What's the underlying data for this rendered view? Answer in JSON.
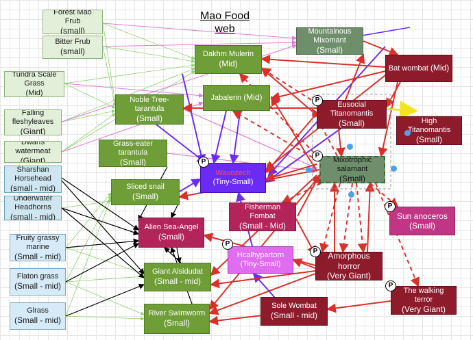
{
  "title": "Mao Food web",
  "colors": {
    "green": "#6f9e38",
    "dark_red": "#8e1b2c",
    "purple": "#6a2cf5",
    "red_arrow": "#d9302a",
    "black_arrow": "#000000",
    "pink_arrow": "#e07ad8",
    "light_green_arrow": "#8fd16a",
    "yellow_arrow": "#f2e41e"
  },
  "nodes": [
    {
      "id": "forest-mao-frub",
      "label": "Forest Mao Frub",
      "size": "(small)"
    },
    {
      "id": "bitter-frub",
      "label": "Bitter Frub",
      "size": "(small)"
    },
    {
      "id": "tundra-scale-grass",
      "label": "Tundra Scale Grass",
      "size": "(Mid)"
    },
    {
      "id": "falling-fleshyleaves",
      "label": "Falling fleshyleaves",
      "size": "(Giant)"
    },
    {
      "id": "dwarfs-watermeat",
      "label": "Dwarfs watermeat",
      "size": "(Giant)"
    },
    {
      "id": "sharshan-horsehead",
      "label": "Sharshan Horsehead",
      "size": "(small - mid)"
    },
    {
      "id": "underwater-headhorns",
      "label": "Underwater Headhorns",
      "size": "(small - mid)"
    },
    {
      "id": "fruity-grassy-marine",
      "label": "Fruity grassy marine",
      "size": "(Small - mid)"
    },
    {
      "id": "flaton-grass",
      "label": "Flaton grass",
      "size": "(Small - mid)"
    },
    {
      "id": "glrass",
      "label": "Glrass",
      "size": "(Small - mid)"
    },
    {
      "id": "dakhm-mulerin",
      "label": "Dakhm Mulerin",
      "size": "(Mid)"
    },
    {
      "id": "noble-tree-tarantula",
      "label": "Noble Tree-tarantula",
      "size": "(Small)"
    },
    {
      "id": "jabalerin",
      "label": "Jabalerin",
      "size": "(Mid)"
    },
    {
      "id": "grass-eater-tarantula",
      "label": "Grass-eater tarantula",
      "size": "(Small)"
    },
    {
      "id": "sliced-snail",
      "label": "Sliced snail",
      "size": "(Small)"
    },
    {
      "id": "alien-sea-angel",
      "label": "Alien Sea-Angel",
      "size": "(Small)"
    },
    {
      "id": "giant-alsidudat",
      "label": "Giant Alsidudat",
      "size": "(Small - mid)"
    },
    {
      "id": "river-swimworm",
      "label": "River Swimworm",
      "size": "(Small)"
    },
    {
      "id": "waxozech",
      "label": "Waxozech",
      "size": "(Tiny-Small)"
    },
    {
      "id": "hcalhypartorn",
      "label": "Hcalhypartorn",
      "size": "(Tiny-Small)"
    },
    {
      "id": "fisherman-fombat",
      "label": "Fisherman Fombat",
      "size": "(Small - Mid)"
    },
    {
      "id": "mountainous-mixomant",
      "label": "Mountainous Mixomant",
      "size": "(Small)"
    },
    {
      "id": "bat-wombat",
      "label": "Bat wombat",
      "size": "(Mid)"
    },
    {
      "id": "eusocial-titanomantis",
      "label": "Eusocial Titanomantis",
      "size": "(Small)"
    },
    {
      "id": "high-titanomantis",
      "label": "High Titanomantis",
      "size": "(Small)"
    },
    {
      "id": "mixotrophic-salamant",
      "label": "Mixotrophic salamant",
      "size": "(Small)"
    },
    {
      "id": "sun-anoceros",
      "label": "Sun anoceros",
      "size": "(Small)"
    },
    {
      "id": "amorphous-horror",
      "label": "Amorphous horror",
      "size": "(Very Giant)"
    },
    {
      "id": "sole-wombat",
      "label": "Sole Wombat",
      "size": "(Small - mid)"
    },
    {
      "id": "the-walking-terror",
      "label": "The walking terror",
      "size": "(Very Giant)"
    }
  ],
  "p_mark": "P"
}
